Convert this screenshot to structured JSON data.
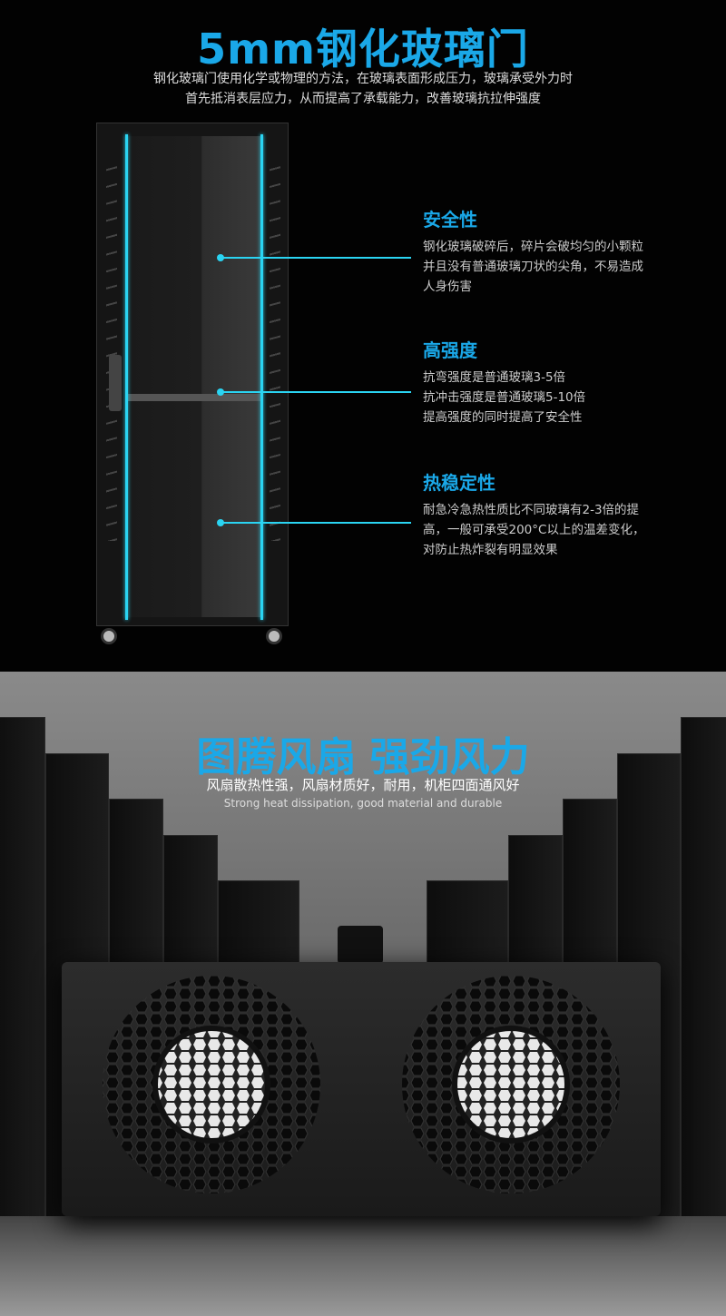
{
  "glass": {
    "title": "5mm钢化玻璃门",
    "desc_line1": "钢化玻璃门使用化学或物理的方法，在玻璃表面形成压力，玻璃承受外力时",
    "desc_line2": "首先抵消表层应力，从而提高了承载能力，改善玻璃抗拉伸强度",
    "features": [
      {
        "title": "安全性",
        "lines": [
          "钢化玻璃破碎后，碎片会破均匀的小颗粒",
          "并且没有普通玻璃刀状的尖角，不易造成",
          "人身伤害"
        ]
      },
      {
        "title": "高强度",
        "lines": [
          "抗弯强度是普通玻璃3-5倍",
          "抗冲击强度是普通玻璃5-10倍",
          "提高强度的同时提高了安全性"
        ]
      },
      {
        "title": "热稳定性",
        "lines": [
          "耐急冷急热性质比不同玻璃有2-3倍的提",
          "高，一般可承受200°C以上的温差变化，",
          "对防止热炸裂有明显效果"
        ]
      }
    ]
  },
  "fan": {
    "title": "图腾风扇 强劲风力",
    "subtitle": "风扇散热性强，风扇材质好，耐用，机柜四面通风好",
    "subtitle_en": "Strong heat dissipation, good material and durable"
  },
  "colors": {
    "accent": "#1aa8e8",
    "line": "#2ad4f2"
  }
}
